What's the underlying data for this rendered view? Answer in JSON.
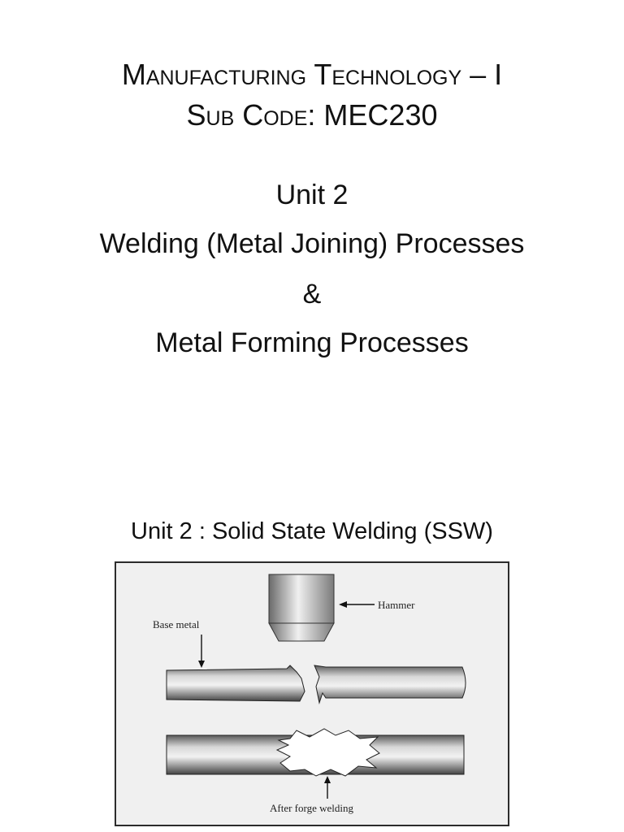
{
  "slide1": {
    "course_title": "Manufacturing Technology – I",
    "sub_code": "Sub Code: MEC230",
    "unit": "Unit 2",
    "topic_line1": "Welding (Metal Joining) Processes",
    "ampersand": "&",
    "topic_line2": "Metal Forming Processes"
  },
  "slide2": {
    "title": "Unit 2 : Solid State Welding (SSW)",
    "figure": {
      "label_hammer": "Hammer",
      "label_base_metal": "Base metal",
      "label_after": "After forge welding"
    }
  }
}
